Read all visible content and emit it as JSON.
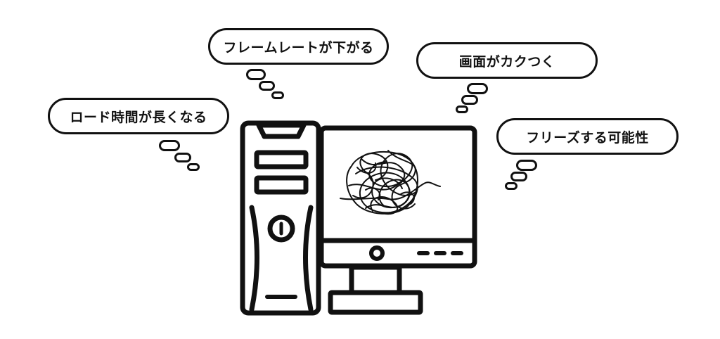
{
  "diagram": {
    "thoughts": [
      {
        "text": "フレームレートが下がる"
      },
      {
        "text": "画面がカクつく"
      },
      {
        "text": "ロード時間が長くなる"
      },
      {
        "text": "フリーズする可能性"
      }
    ],
    "illustration": {
      "subject": "desktop-pc-with-tangled-screen",
      "stroke_color": "#111111",
      "background": "#ffffff"
    }
  }
}
